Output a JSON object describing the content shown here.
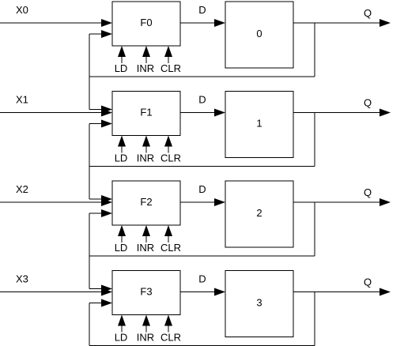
{
  "stages": [
    {
      "input_label": "X0",
      "f_block": "F0",
      "d_label": "D",
      "reg_block": "0",
      "q_label": "Q",
      "controls": [
        "LD",
        "INR",
        "CLR"
      ]
    },
    {
      "input_label": "X1",
      "f_block": "F1",
      "d_label": "D",
      "reg_block": "1",
      "q_label": "Q",
      "controls": [
        "LD",
        "INR",
        "CLR"
      ]
    },
    {
      "input_label": "X2",
      "f_block": "F2",
      "d_label": "D",
      "reg_block": "2",
      "q_label": "Q",
      "controls": [
        "LD",
        "INR",
        "CLR"
      ]
    },
    {
      "input_label": "X3",
      "f_block": "F3",
      "d_label": "D",
      "reg_block": "3",
      "q_label": "Q",
      "controls": [
        "LD",
        "INR",
        "CLR"
      ]
    }
  ]
}
